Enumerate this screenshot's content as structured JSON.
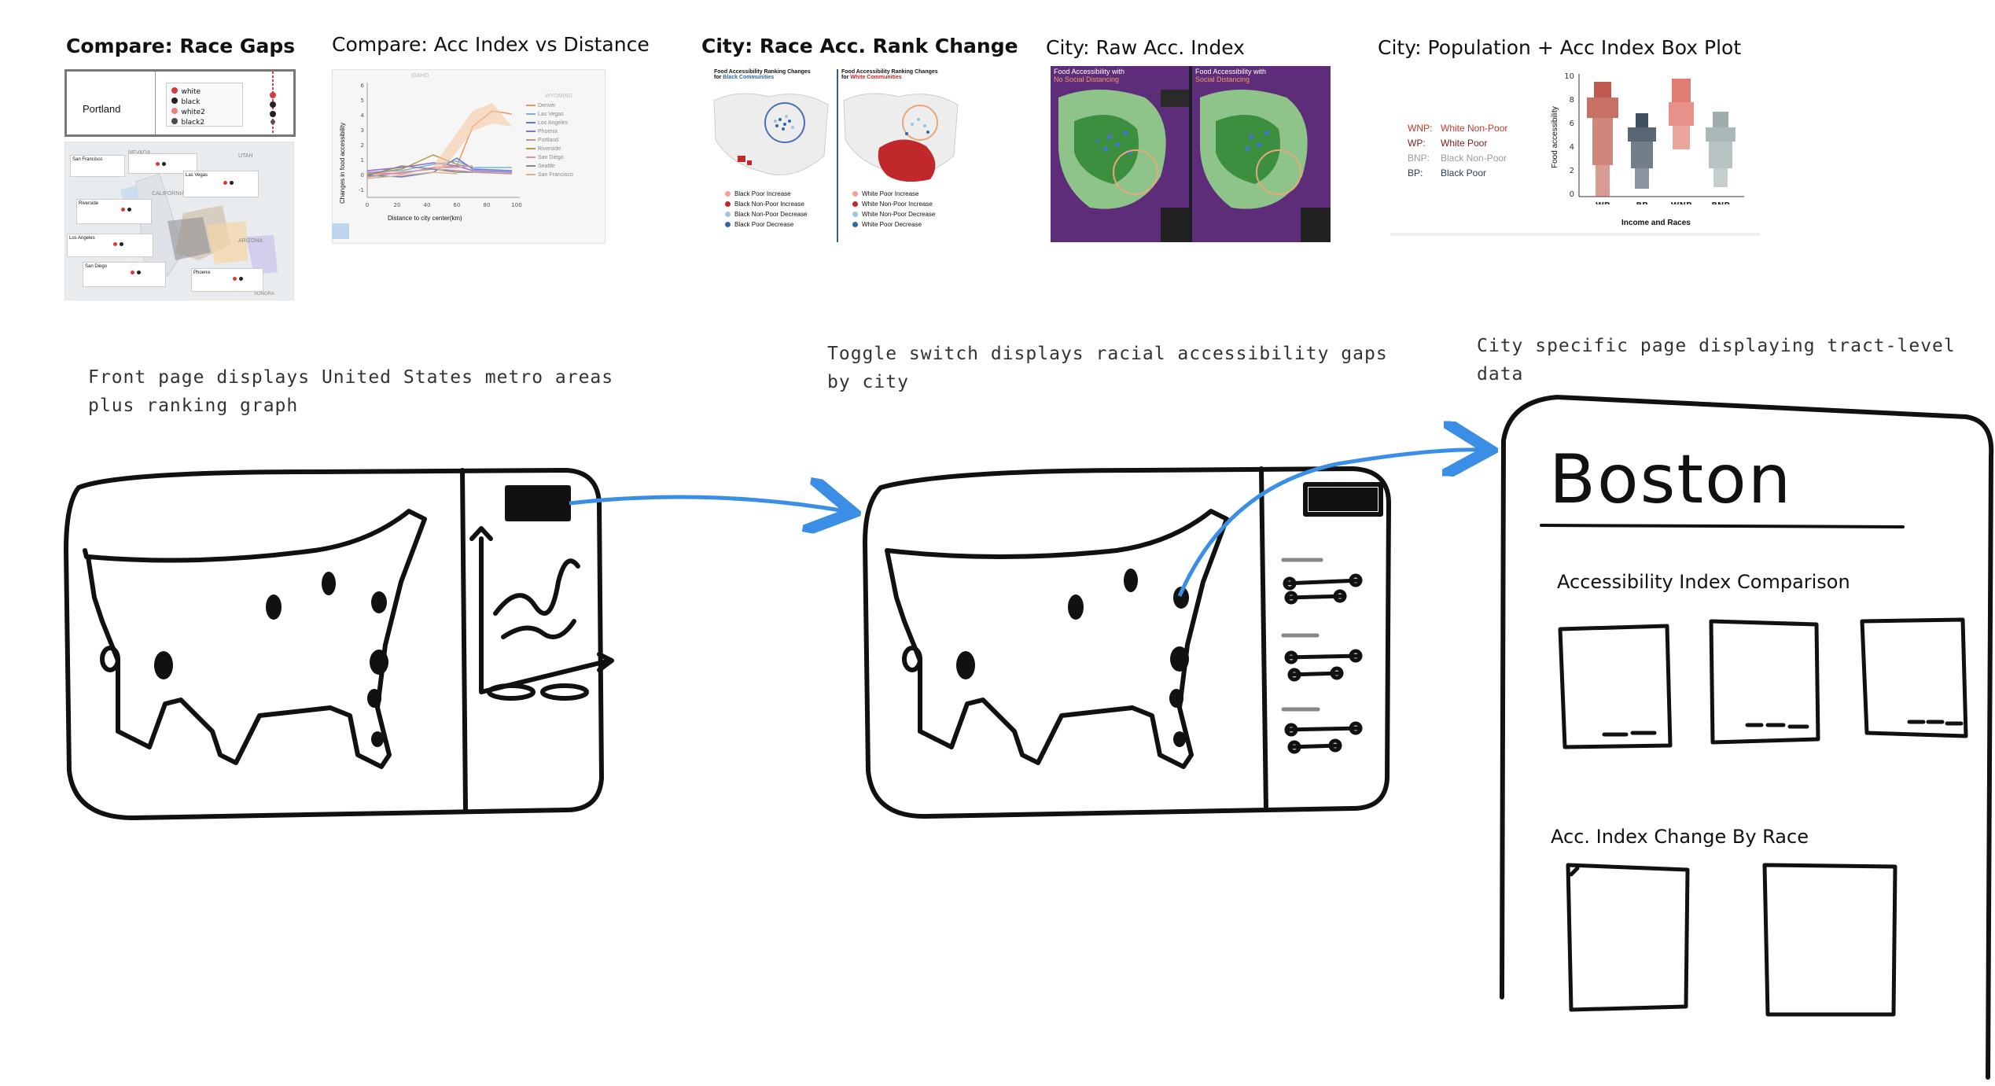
{
  "titles": {
    "race_gaps": "Compare: Race Gaps",
    "acc_vs_distance": "Compare: Acc Index vs Distance",
    "rank_change": "City: Race Acc. Rank Change",
    "raw_index": "City: Raw Acc. Index",
    "box_plot": "City: Population + Acc Index Box Plot"
  },
  "race_gaps_thumb": {
    "city": "Portland",
    "legend": [
      "white",
      "black",
      "white2",
      "black2"
    ],
    "legend_colors": [
      "#d63b3b",
      "#222222",
      "#f08080",
      "#4a4a4a"
    ],
    "map_cities": [
      "San Francisco",
      "Las Vegas",
      "Riverside",
      "Los Angeles",
      "Phoenix",
      "San Diego"
    ],
    "map_regions": [
      "NEVADA",
      "UTAH",
      "CALIFORNIA",
      "ARIZONA",
      "SONORA"
    ]
  },
  "distance_thumb": {
    "ylabel": "Changes in food accessibility",
    "xlabel": "Distance to city center(km)",
    "xticks": [
      "0",
      "20",
      "40",
      "60",
      "80",
      "100"
    ],
    "yticks": [
      "6",
      "5",
      "4",
      "3",
      "2",
      "1",
      "0",
      "-1"
    ],
    "legend": [
      "Denver",
      "Las Vegas",
      "Los Angeles",
      "Phoenix",
      "Portland",
      "Riverside",
      "San Diego",
      "Seattle",
      "San Francisco"
    ],
    "legend_colors": [
      "#e8956a",
      "#7fb3d5",
      "#5a7bd1",
      "#8e6fc9",
      "#c38b8b",
      "#b79a4f",
      "#d68fc0",
      "#8a8a8a",
      "#d9b38c"
    ],
    "map_labels": [
      "IDAHO",
      "WYOMING"
    ]
  },
  "rank_thumb": {
    "left_title": "Food Accessibility Ranking Changes",
    "left_sub_prefix": "for",
    "left_sub_group": "Black Communities",
    "right_title": "Food Accessibility Ranking Changes",
    "right_sub_prefix": "for",
    "right_sub_group": "White Communities",
    "left_legend": [
      "Black Poor Increase",
      "Black Non-Poor Increase",
      "Black Non-Poor Decrease",
      "Black Poor Decrease"
    ],
    "left_legend_colors": [
      "#f2a38f",
      "#c0282b",
      "#9ec5e2",
      "#2f68a8"
    ],
    "right_legend": [
      "White Poor Increase",
      "White Non-Poor Increase",
      "White Non-Poor Decrease",
      "White Poor Decrease"
    ],
    "right_legend_colors": [
      "#f2a38f",
      "#c0282b",
      "#9ec5e2",
      "#2f68a8"
    ]
  },
  "raw_thumb": {
    "left_title": "Food Accessibility with",
    "left_sub": "No Social Distancing",
    "right_title": "Food Accessibility with",
    "right_sub": "Social Distancing"
  },
  "box_thumb": {
    "legend": [
      {
        "code": "WNP:",
        "label": "White Non-Poor",
        "color": "#c0392b"
      },
      {
        "code": "WP:",
        "label": "White Poor",
        "color": "#7b1e1e"
      },
      {
        "code": "BNP:",
        "label": "Black Non-Poor",
        "color": "#9a9a9a"
      },
      {
        "code": "BP:",
        "label": "Black Poor",
        "color": "#2c3e50"
      }
    ],
    "ylabel": "Food accessibility",
    "xlabel": "Income and Races",
    "categories": [
      "WP",
      "BP",
      "WNP",
      "BNP"
    ],
    "yticks": [
      "10",
      "8",
      "6",
      "4",
      "2",
      "0"
    ]
  },
  "notes": {
    "front_page": [
      "Front page displays United States metro areas",
      "plus ranking graph"
    ],
    "toggle": [
      "Toggle switch displays racial accessibility gaps",
      "by city"
    ],
    "city_page": "City specific page displaying tract-level data"
  },
  "city_page": {
    "city_name": "Boston",
    "section1": "Accessibility Index Comparison",
    "section2": "Acc. Index Change By Race"
  },
  "colors": {
    "arrow": "#3a8ee6",
    "ink": "#111111"
  }
}
